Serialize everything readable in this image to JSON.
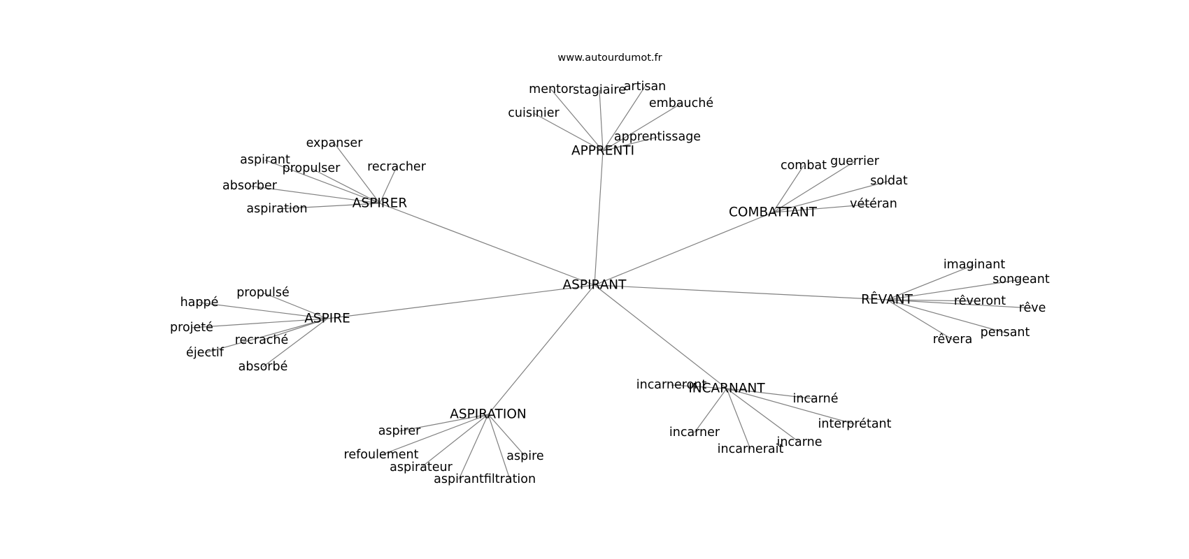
{
  "website": "www.autourdumot.fr",
  "colors": {
    "edge": "#808080",
    "text": "#000000",
    "background": "#ffffff"
  },
  "graph": {
    "center": "ASPIRANT",
    "hubs": [
      {
        "label": "APPRENTI",
        "words": [
          "mentor",
          "stagiaire",
          "artisan",
          "embauché",
          "cuisinier",
          "apprentissage"
        ]
      },
      {
        "label": "ASPIRER",
        "words": [
          "expanser",
          "aspirant",
          "propulser",
          "recracher",
          "absorber",
          "aspiration"
        ]
      },
      {
        "label": "COMBATTANT",
        "words": [
          "combat",
          "guerrier",
          "soldat",
          "vétéran"
        ]
      },
      {
        "label": "RÊVANT",
        "words": [
          "imaginant",
          "songeant",
          "rêveront",
          "rêve",
          "pensant",
          "rêvera"
        ]
      },
      {
        "label": "ASPIRE",
        "words": [
          "propulsé",
          "happé",
          "projeté",
          "recraché",
          "éjectif",
          "absorbé"
        ]
      },
      {
        "label": "INCARNANT",
        "words": [
          "incarneront",
          "incarné",
          "interprétant",
          "incarner",
          "incarne",
          "incarnerait"
        ]
      },
      {
        "label": "ASPIRATION",
        "words": [
          "aspirer",
          "refoulement",
          "aspirateur",
          "aspirant",
          "filtration",
          "aspire"
        ]
      }
    ]
  }
}
